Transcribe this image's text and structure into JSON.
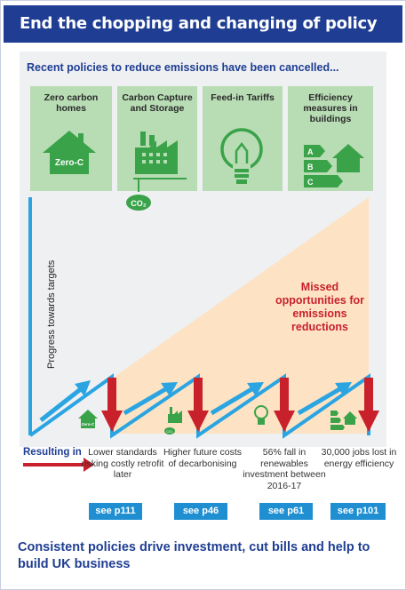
{
  "header": {
    "title": "End the chopping and changing of policy"
  },
  "subtitle": "Recent policies to reduce emissions have been cancelled...",
  "policies": [
    {
      "label": "Zero carbon homes",
      "icon": "house-icon",
      "icon_text": "Zero-C"
    },
    {
      "label": "Carbon Capture and Storage",
      "icon": "factory-icon",
      "icon_text": "CO₂"
    },
    {
      "label": "Feed-in Tariffs",
      "icon": "lightbulb-icon"
    },
    {
      "label": "Efficiency measures in buildings",
      "icon": "energy-rating-icon",
      "rating_letters": [
        "A",
        "B",
        "C"
      ]
    }
  ],
  "chart": {
    "ylabel": "Progress towards targets",
    "annotation": "Missed opportunities for emissions reductions",
    "mini_icon_text": "Zero-C",
    "mini_co2_text": "CO₂"
  },
  "resulting": {
    "label": "Resulting in",
    "outcomes": [
      {
        "text": "Lower standards risking costly retrofit later",
        "link": "see p111"
      },
      {
        "text": "Higher future costs of decarbonising",
        "link": "see p46"
      },
      {
        "text": "56% fall in renewables investment between 2016-17",
        "link": "see p61"
      },
      {
        "text": "30,000 jobs lost in energy efficiency",
        "link": "see p101"
      }
    ]
  },
  "footer": "Consistent policies drive investment, cut bills and help to build UK business",
  "colors": {
    "navy": "#1f3e93",
    "blue": "#1f8fd1",
    "red": "#c8212c",
    "green": "#3aa34a",
    "light_green": "#b8dcb4",
    "peach": "#fde3c4"
  }
}
